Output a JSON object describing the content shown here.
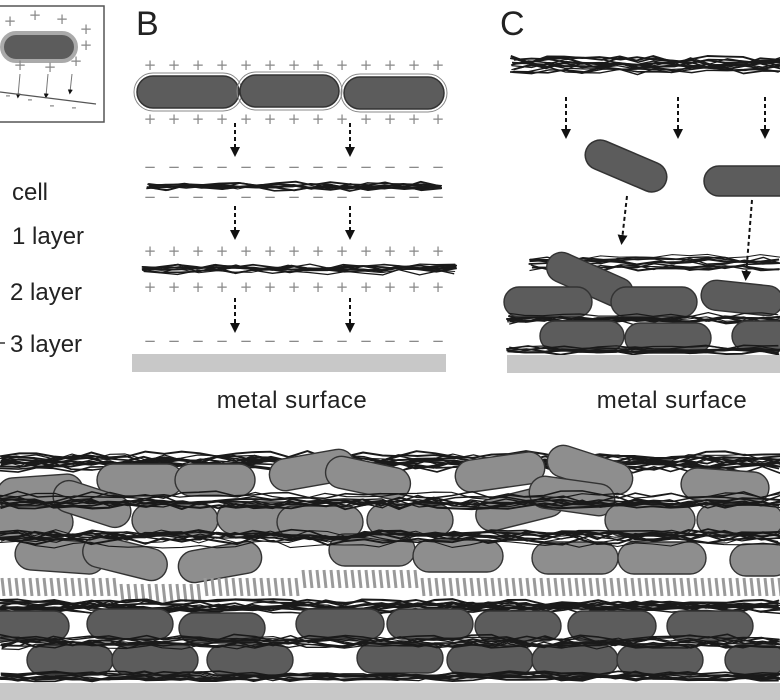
{
  "panels": {
    "b": "B",
    "c": "C"
  },
  "legend": {
    "cell": "cell",
    "layer1": "1 layer",
    "layer2": "2 layer",
    "layer3": "3 layer"
  },
  "captions": {
    "b": "metal surface",
    "c": "metal surface"
  },
  "colors": {
    "cell_dark": "#5c5c5c",
    "cell_light": "#8e8e8e",
    "cell_outline": "#333333",
    "fiber": "#1a1a1a",
    "surface": "#c8c8c8",
    "charge": "#888888",
    "stripe": "#9a9a9a"
  }
}
